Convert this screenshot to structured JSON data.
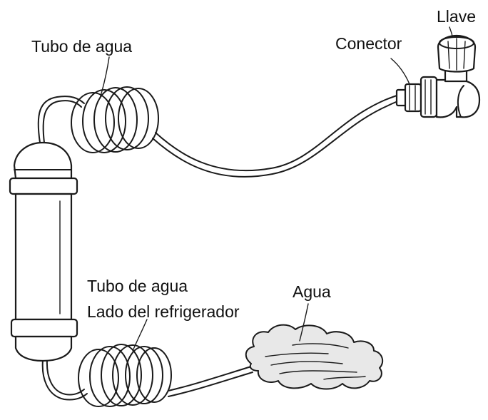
{
  "labels": {
    "llave": "Llave",
    "conector": "Conector",
    "tubo_superior": "Tubo de agua",
    "tubo_inferior_1": "Tubo de agua",
    "tubo_inferior_2": "Lado del refrigerador",
    "agua": "Agua"
  },
  "colors": {
    "line": "#1a1a1a",
    "fill": "#ffffff",
    "water": "#e8e8e8"
  },
  "icons": {
    "faucet": "faucet-icon",
    "filter": "filter-cartridge-icon",
    "water": "water-splash-icon"
  }
}
